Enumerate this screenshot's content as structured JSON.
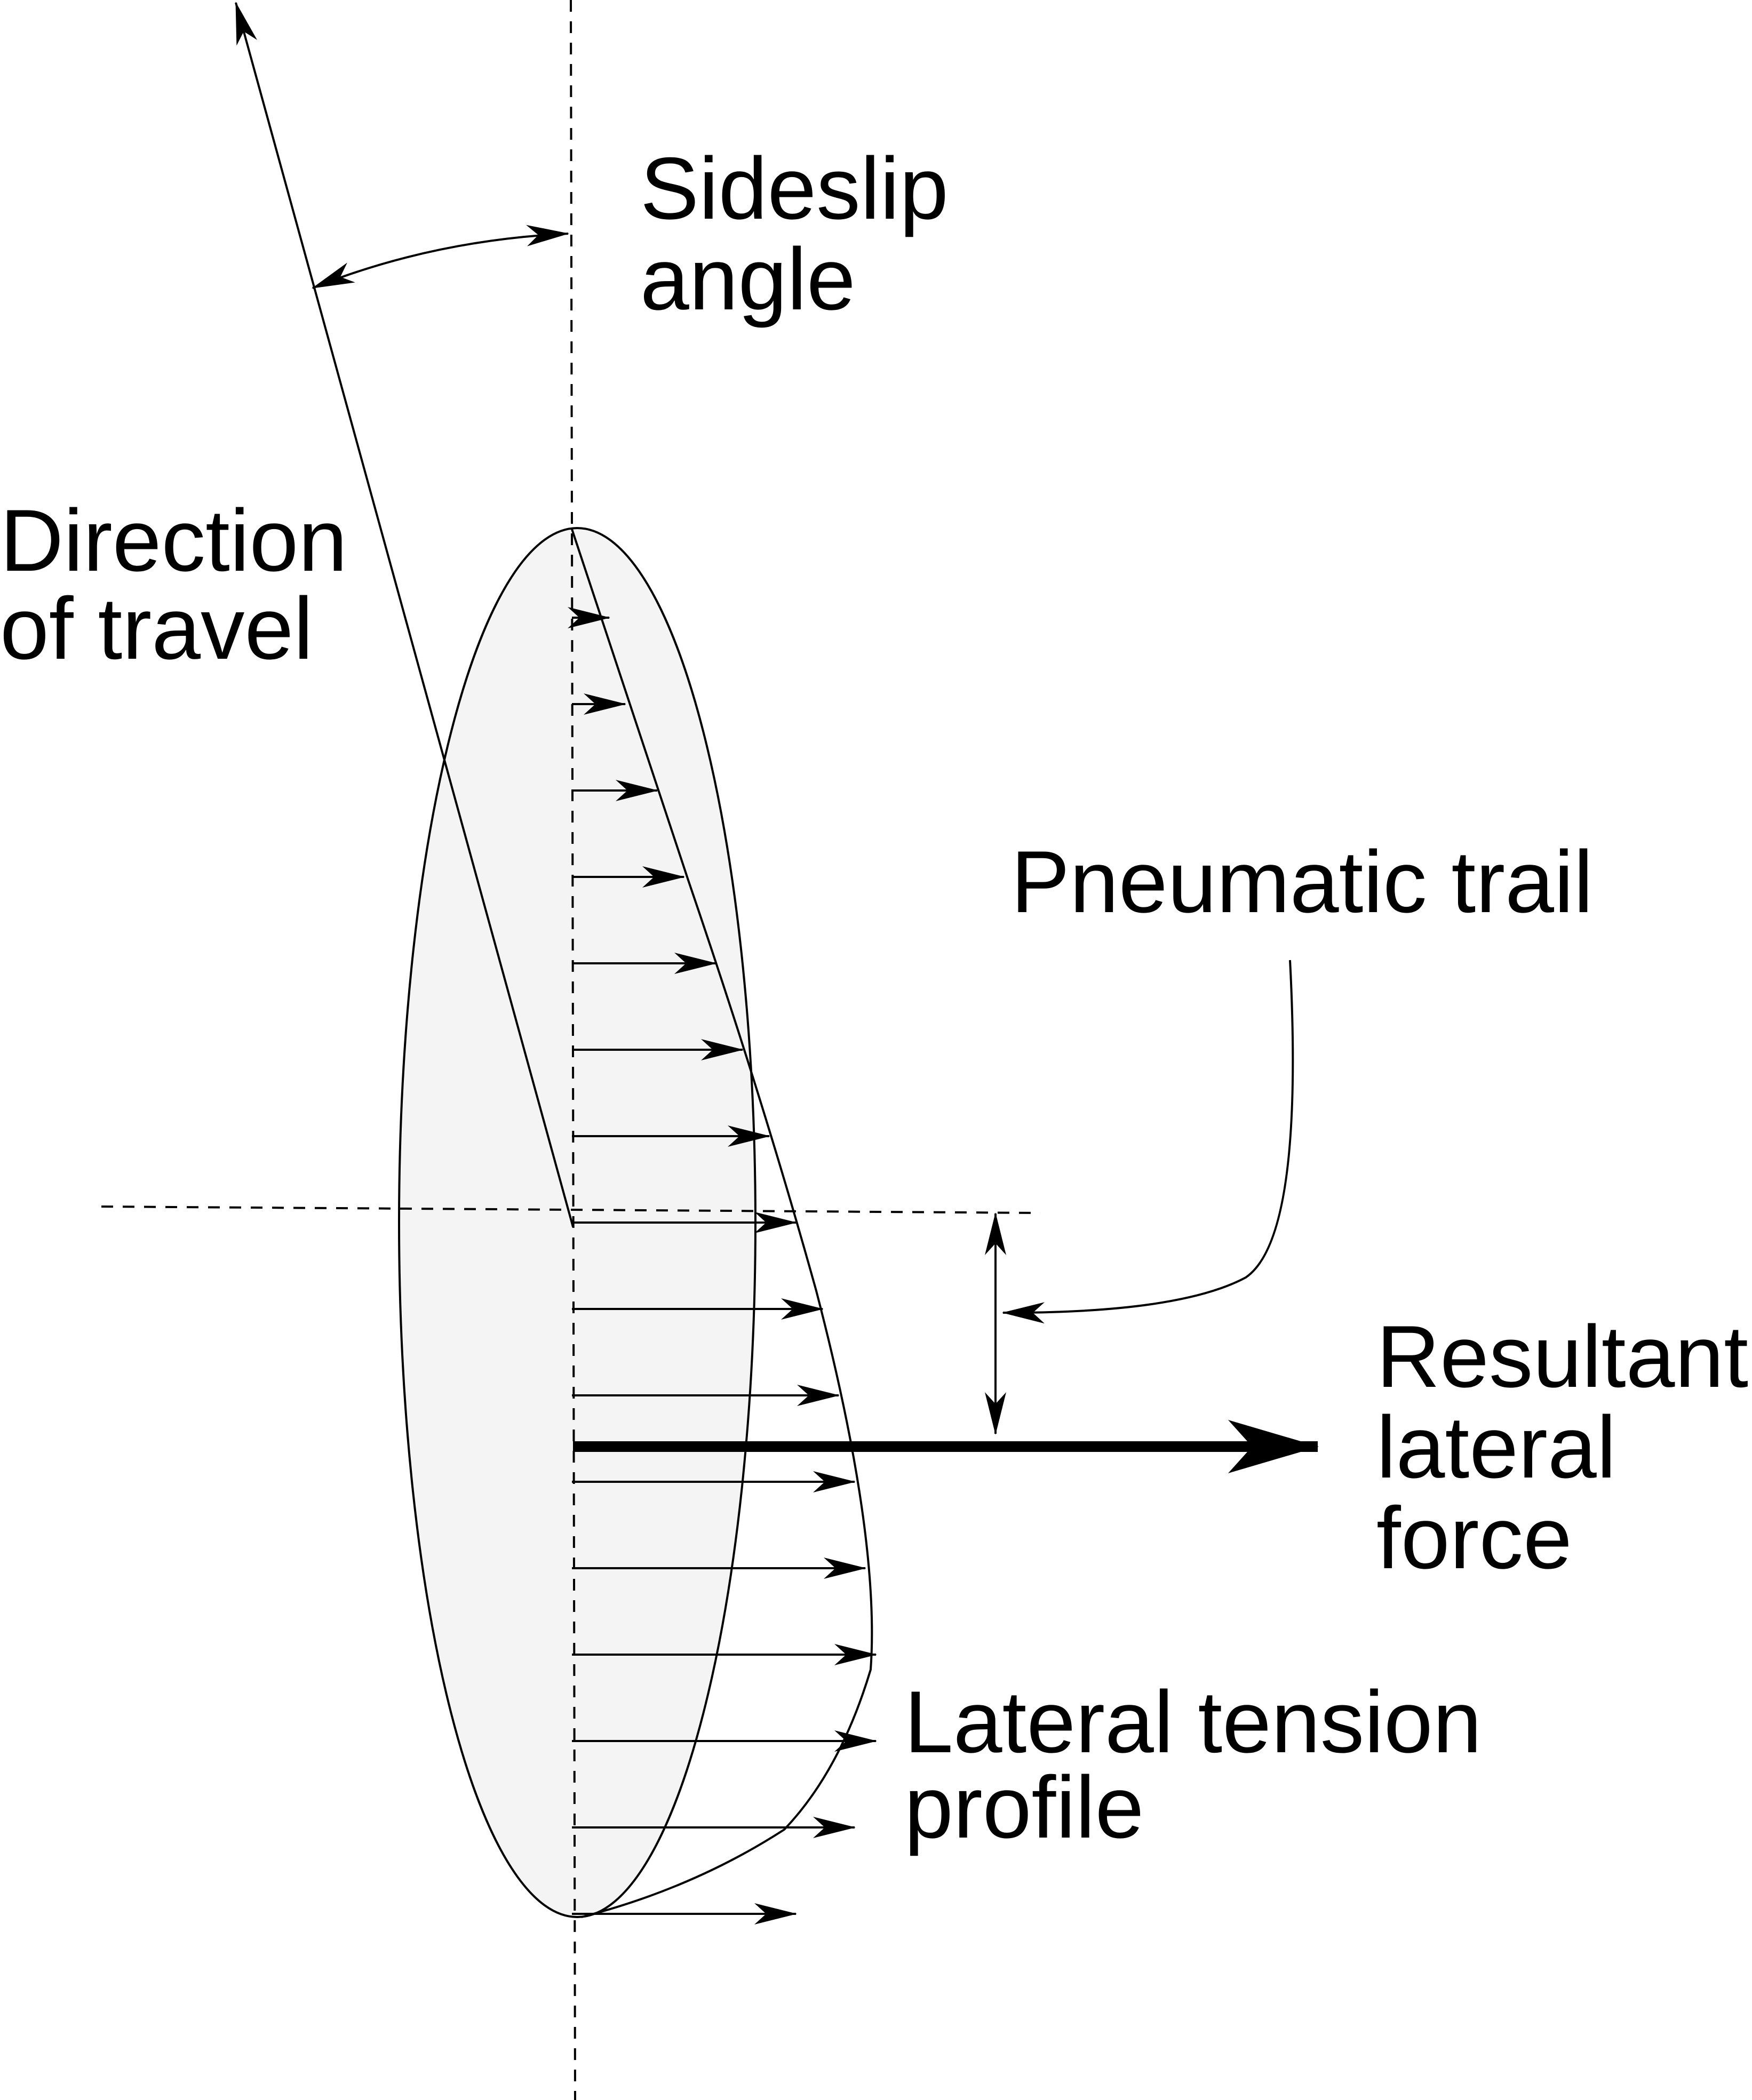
{
  "labels": {
    "sideslip": [
      "Sideslip",
      "angle"
    ],
    "direction": [
      "Direction",
      "of travel"
    ],
    "pneumatic": [
      "Pneumatic trail"
    ],
    "resultant": [
      "Resultant",
      "lateral",
      "force"
    ],
    "tension": [
      "Lateral tension",
      "profile"
    ]
  },
  "tension_vectors": [
    0.07,
    0.1,
    0.16,
    0.21,
    0.27,
    0.32,
    0.37,
    0.42,
    0.47,
    0.5,
    0.53,
    0.55,
    0.57,
    0.57,
    0.53,
    0.42
  ],
  "colors": {
    "stroke": "#000000",
    "patch_fill": "#f4f4f4",
    "background": "#ffffff"
  }
}
